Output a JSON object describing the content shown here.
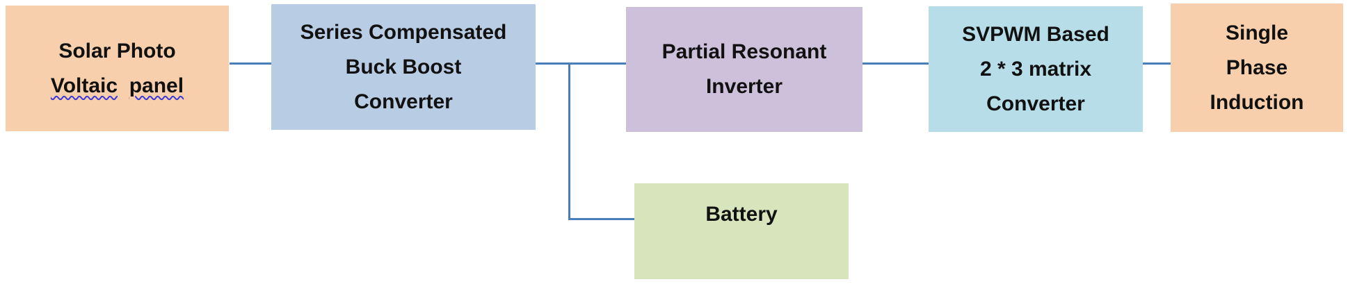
{
  "diagram": {
    "blocks": {
      "solar_panel": {
        "line1": "Solar Photo",
        "line2a": "Voltaic",
        "line2b": "panel",
        "color": "#f8cfac"
      },
      "buck_boost": {
        "line1": "Series Compensated",
        "line2": "Buck Boost",
        "line3": "Converter",
        "color": "#b8cce4"
      },
      "resonant_inverter": {
        "line1": "Partial Resonant",
        "line2": "Inverter",
        "color": "#ccc0da"
      },
      "matrix_converter": {
        "line1": "SVPWM Based",
        "line2": "2 * 3 matrix",
        "line3": "Converter",
        "color": "#b6dde8"
      },
      "induction": {
        "line1": "Single",
        "line2": "Phase",
        "line3": "Induction",
        "color": "#f8cfac"
      },
      "battery": {
        "line1": "Battery",
        "color": "#d7e4bc"
      }
    },
    "connector_color": "#4a7ebb"
  }
}
